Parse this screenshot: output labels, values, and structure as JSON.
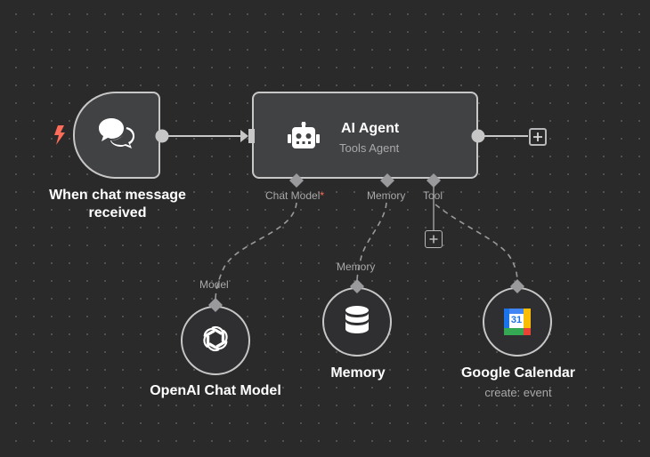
{
  "colors": {
    "canvas_bg": "#2a2a2a",
    "node_bg": "#414244",
    "node_border": "#c7c7c7",
    "connector": "#b8b8bb",
    "trigger_bolt": "#ff6d5a",
    "required_marker": "#ff6d5a"
  },
  "nodes": {
    "trigger": {
      "icon": "chat-bubbles-icon",
      "label": "When chat message received",
      "label_line1": "When chat message",
      "label_line2": "received"
    },
    "agent": {
      "icon": "robot-icon",
      "title": "AI Agent",
      "subtitle": "Tools Agent",
      "ports": {
        "chat_model": "Chat Model",
        "chat_model_required": "*",
        "memory": "Memory",
        "tool": "Tool"
      }
    },
    "openai": {
      "icon": "openai-logo-icon",
      "label": "OpenAI Chat Model",
      "port_label": "Model"
    },
    "memory": {
      "icon": "database-icon",
      "label": "Memory",
      "port_label": "Memory"
    },
    "calendar": {
      "icon": "google-calendar-icon",
      "icon_text": "31",
      "label": "Google Calendar",
      "sublabel": "create: event"
    }
  }
}
